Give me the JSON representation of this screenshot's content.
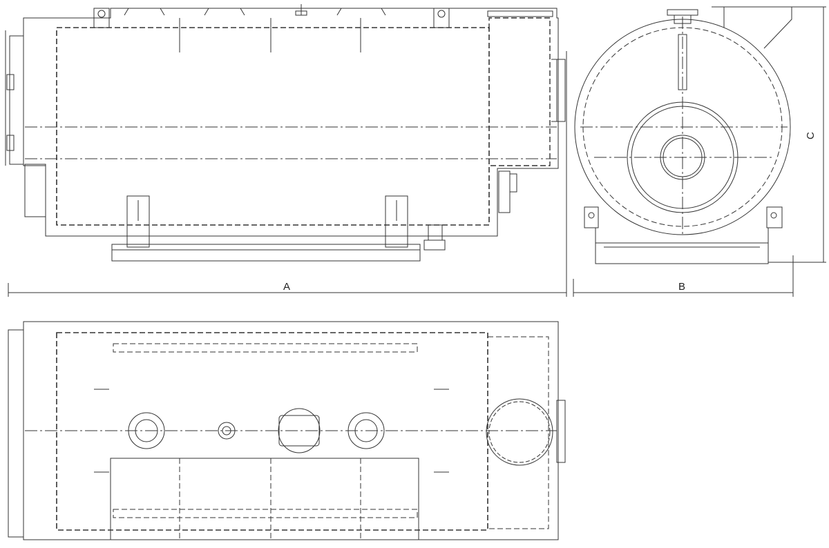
{
  "dimensions": {
    "length_label": "A",
    "width_label": "B",
    "height_label": "C"
  },
  "colors": {
    "line": "#333333",
    "background": "#ffffff"
  }
}
